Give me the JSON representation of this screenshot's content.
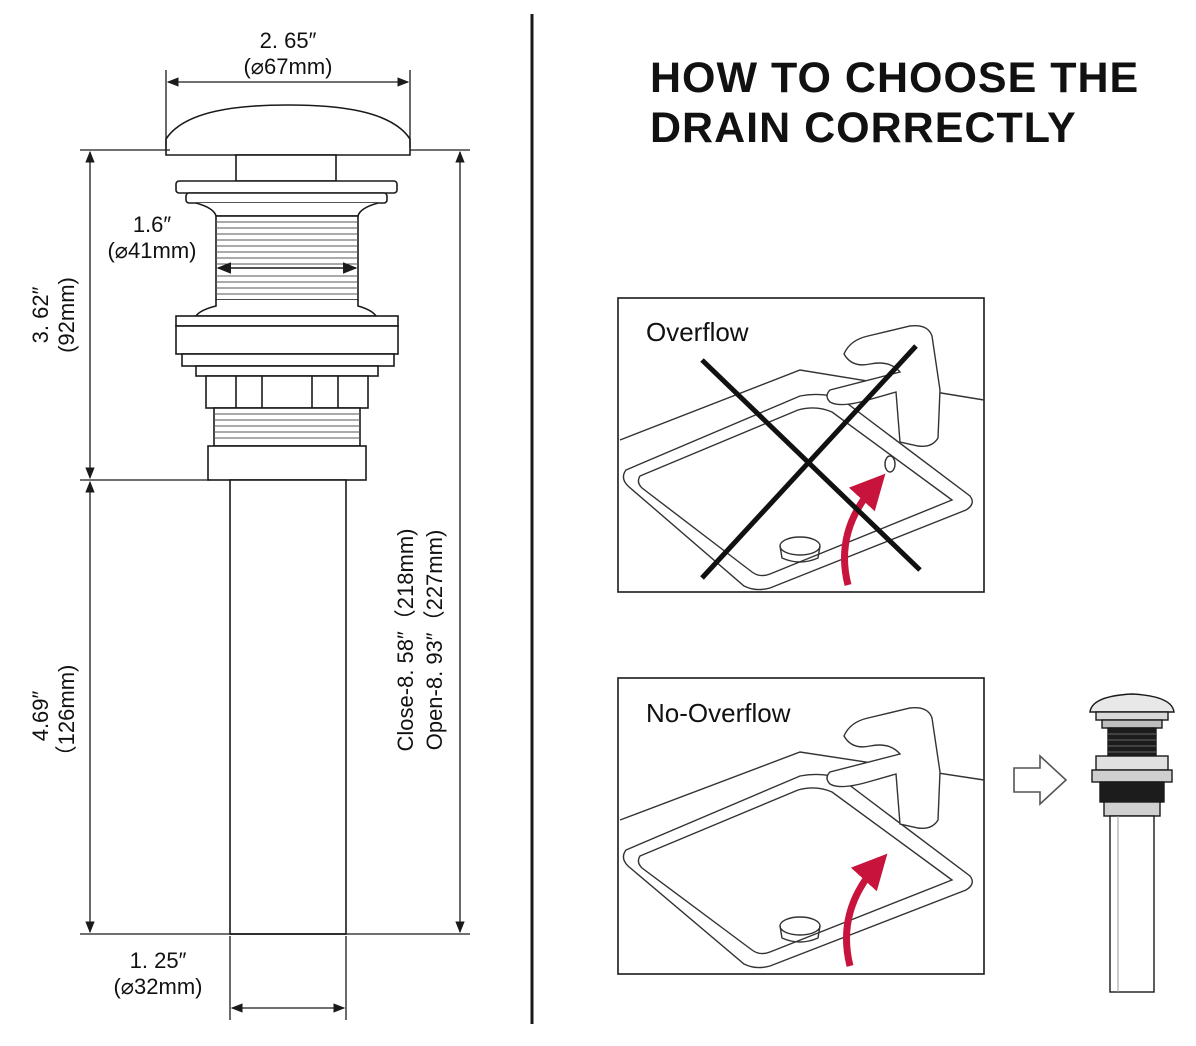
{
  "heading": {
    "line1": "HOW TO CHOOSE THE",
    "line2": "DRAIN CORRECTLY"
  },
  "dimensions": {
    "cap_width": {
      "inch": "2. 65″",
      "mm": "(⌀67mm)"
    },
    "thread_diameter": {
      "inch": "1.6″",
      "mm": "(⌀41mm)"
    },
    "top_height": {
      "inch": "3. 62″",
      "mm": "(92mm)"
    },
    "tail_length": {
      "inch": "4.69″",
      "mm": "（126mm)"
    },
    "total_length": {
      "close": "Close-8. 58″（218mm)",
      "open": "Open-8. 93″（227mm)"
    },
    "tail_diameter": {
      "inch": "1. 25″",
      "mm": "(⌀32mm)"
    }
  },
  "panels": [
    {
      "label": "Overflow"
    },
    {
      "label": "No-Overflow"
    }
  ],
  "colors": {
    "line": "#1a1a1a",
    "arrow": "#c8143c",
    "background": "#ffffff"
  }
}
